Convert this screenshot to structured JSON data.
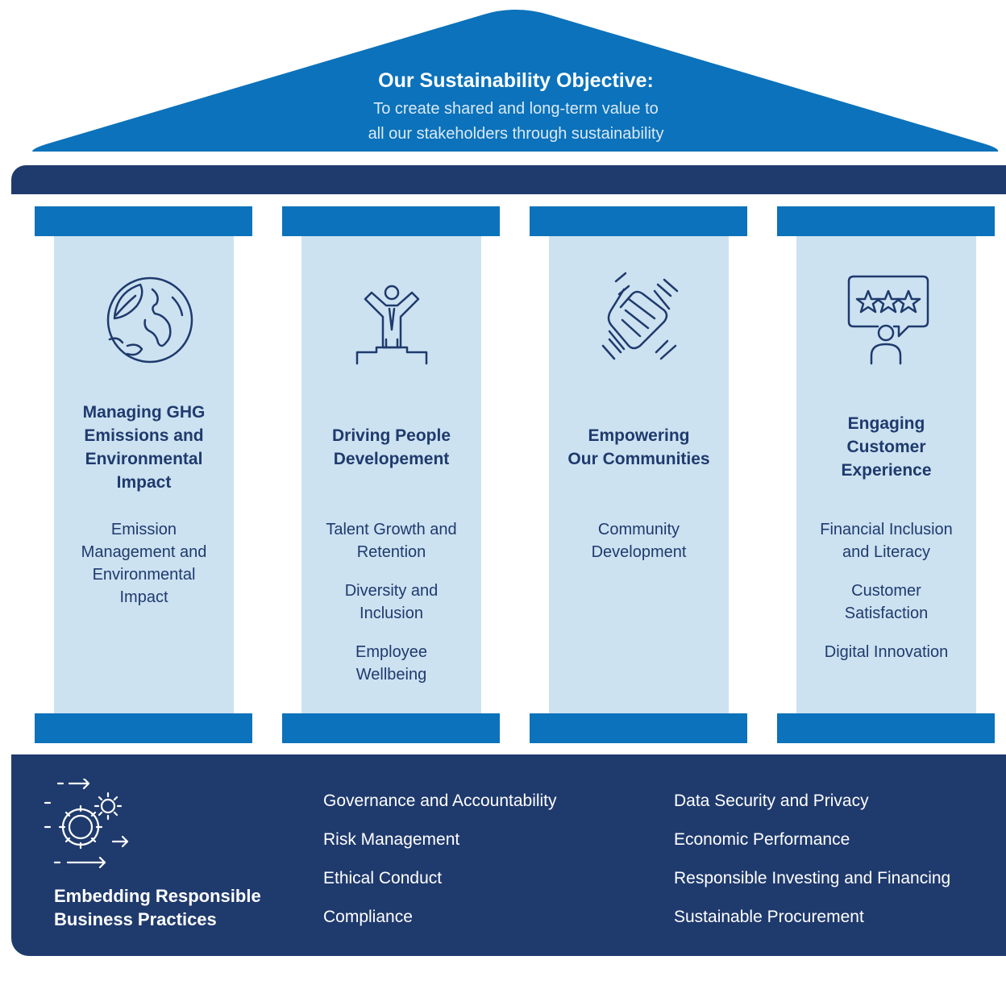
{
  "objective": {
    "title": "Our Sustainability Objective:",
    "line1": "To create shared and long-term value to",
    "line2": "all our stakeholders through sustainability"
  },
  "pillars": [
    {
      "icon": "globe-leaf-icon",
      "title_lines": [
        "Managing GHG",
        "Emissions and",
        "Environmental",
        "Impact"
      ],
      "items": [
        "Emission Management and Environmental Impact"
      ]
    },
    {
      "icon": "person-podium-icon",
      "title_lines": [
        "Driving People",
        "Developement"
      ],
      "items": [
        "Talent Growth and Retention",
        "Diversity and Inclusion",
        "Employee Wellbeing"
      ]
    },
    {
      "icon": "joined-hands-icon",
      "title_lines": [
        "Empowering",
        "Our Communities"
      ],
      "items": [
        "Community Development"
      ]
    },
    {
      "icon": "customer-rating-icon",
      "title_lines": [
        "Engaging",
        "Customer",
        "Experience"
      ],
      "items": [
        "Financial Inclusion and Literacy",
        "Customer Satisfaction",
        "Digital Innovation"
      ]
    }
  ],
  "foundation": {
    "icon": "gears-process-icon",
    "title": "Embedding Responsible Business Practices",
    "left_items": [
      "Governance and Accountability",
      "Risk Management",
      "Ethical Conduct",
      "Compliance"
    ],
    "right_items": [
      "Data Security and Privacy",
      "Economic Performance",
      "Responsible Investing and Financing",
      "Sustainable Procurement"
    ]
  },
  "colors": {
    "primary_blue": "#0b72bb",
    "navy": "#1f3a6d",
    "light_blue": "#cce2f1"
  }
}
